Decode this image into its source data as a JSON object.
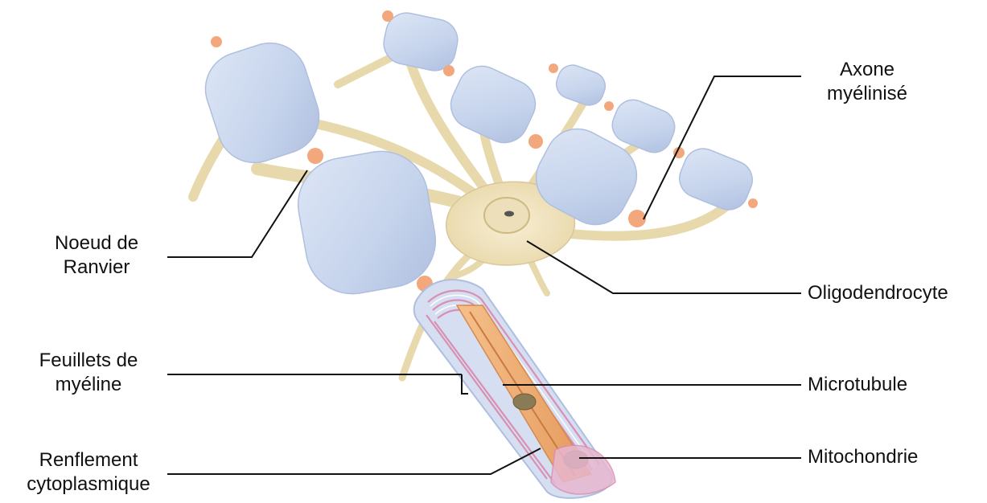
{
  "labels": {
    "axone": [
      "Axone",
      "myélinisé"
    ],
    "noeud": [
      "Noeud de",
      "Ranvier"
    ],
    "oligodendrocyte": "Oligodendrocyte",
    "feuillets": [
      "Feuillets de",
      "myéline"
    ],
    "microtubule": "Microtubule",
    "renflement": [
      "Renflement",
      "cytoplasmique"
    ],
    "mitochondrie": "Mitochondrie"
  },
  "colors": {
    "myelin": "#c9d6ee",
    "myelin_edge": "#aebfdf",
    "node": "#f2a77c",
    "cell": "#efe2bf",
    "cell_edge": "#d8c79a",
    "axon_core": "#eeaa6e",
    "lamella": "#d98fb3",
    "leader": "#111111"
  }
}
